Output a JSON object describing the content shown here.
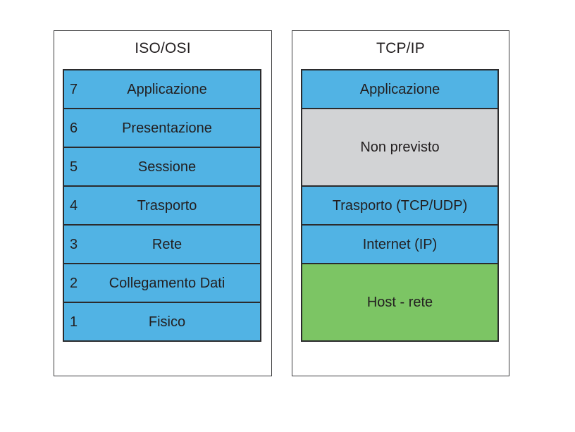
{
  "diagram": {
    "title_osi": "ISO/OSI",
    "title_tcp": "TCP/IP",
    "colors": {
      "blue": "#51b3e4",
      "gray": "#d2d3d5",
      "green": "#7cc564",
      "border": "#2b2b2d",
      "frame": "#3a3a3c",
      "background": "#ffffff",
      "text": "#231f20"
    }
  },
  "osi": {
    "title": "ISO/OSI",
    "layers": [
      {
        "num": "7",
        "label": "Applicazione",
        "color": "blue",
        "units": 1
      },
      {
        "num": "6",
        "label": "Presentazione",
        "color": "blue",
        "units": 1
      },
      {
        "num": "5",
        "label": "Sessione",
        "color": "blue",
        "units": 1
      },
      {
        "num": "4",
        "label": "Trasporto",
        "color": "blue",
        "units": 1
      },
      {
        "num": "3",
        "label": "Rete",
        "color": "blue",
        "units": 1
      },
      {
        "num": "2",
        "label": "Collegamento Dati",
        "color": "blue",
        "units": 1
      },
      {
        "num": "1",
        "label": "Fisico",
        "color": "blue",
        "units": 1
      }
    ]
  },
  "tcp": {
    "title": "TCP/IP",
    "layers": [
      {
        "num": "",
        "label": "Applicazione",
        "color": "blue",
        "units": 1
      },
      {
        "num": "",
        "label": "Non previsto",
        "color": "gray",
        "units": 2
      },
      {
        "num": "",
        "label": "Trasporto (TCP/UDP)",
        "color": "blue",
        "units": 1
      },
      {
        "num": "",
        "label": "Internet (IP)",
        "color": "blue",
        "units": 1
      },
      {
        "num": "",
        "label": "Host - rete",
        "color": "green",
        "units": 2
      }
    ]
  }
}
